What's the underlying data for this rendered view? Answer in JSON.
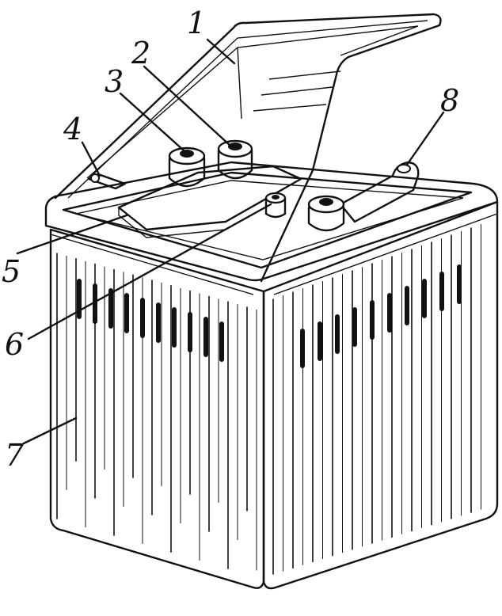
{
  "figure": {
    "callouts": [
      {
        "id": "c1",
        "text": "1"
      },
      {
        "id": "c2",
        "text": "2"
      },
      {
        "id": "c3",
        "text": "3"
      },
      {
        "id": "c4",
        "text": "4"
      },
      {
        "id": "c5",
        "text": "5"
      },
      {
        "id": "c6",
        "text": "6"
      },
      {
        "id": "c7",
        "text": "7"
      },
      {
        "id": "c8",
        "text": "8"
      }
    ]
  },
  "colors": {
    "ink": "#111111",
    "paper": "#ffffff"
  }
}
